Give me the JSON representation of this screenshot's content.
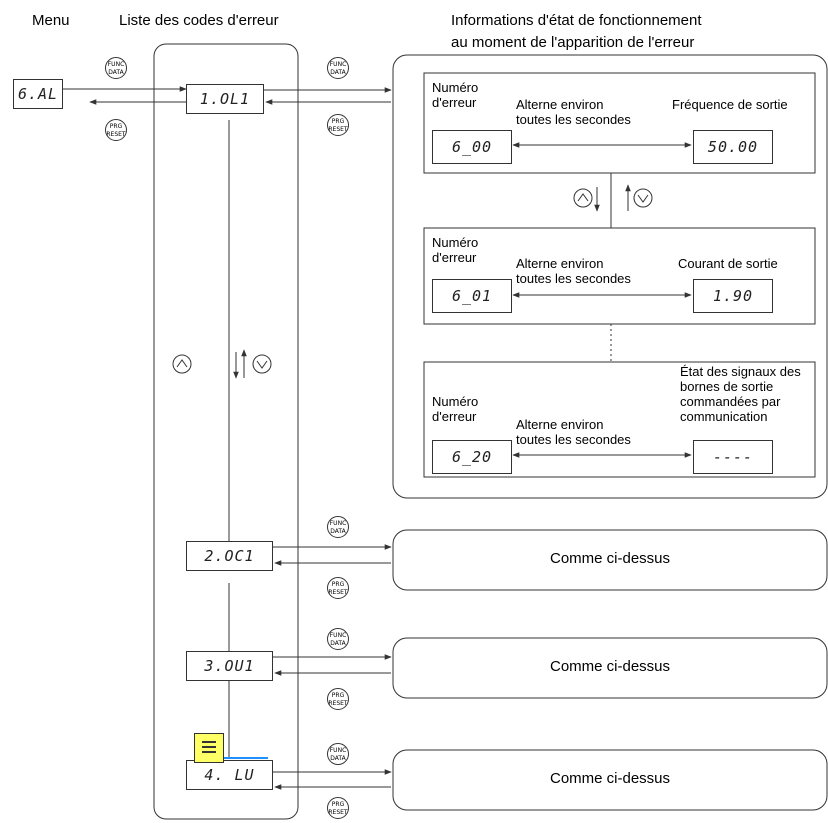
{
  "headers": {
    "menu": "Menu",
    "error_list": "Liste des codes d'erreur",
    "info_line1": "Informations d'état de fonctionnement",
    "info_line2": "au moment de l'apparition de l'erreur"
  },
  "menu_display": "6.AL",
  "error_codes": [
    "1.OL1",
    "2.OC1",
    "3.OU1",
    "4. LU"
  ],
  "keys": {
    "func_top": "FUNC",
    "func_bottom": "DATA",
    "prg_top": "PRG",
    "prg_bottom": "RESET"
  },
  "panels": [
    {
      "error_no_line1": "Numéro",
      "error_no_line2": "d'erreur",
      "alternate_line1": "Alterne environ",
      "alternate_line2": "toutes les secondes",
      "value_label": "Fréquence de sortie",
      "code": "6_00",
      "value": "50.00"
    },
    {
      "error_no_line1": "Numéro",
      "error_no_line2": "d'erreur",
      "alternate_line1": "Alterne environ",
      "alternate_line2": "toutes les secondes",
      "value_label": "Courant de sortie",
      "code": "6_01",
      "value": "1.90"
    },
    {
      "error_no_line1": "Numéro",
      "error_no_line2": "d'erreur",
      "alternate_line1": "Alterne environ",
      "alternate_line2": "toutes les secondes",
      "value_label_lines": [
        "État des signaux des",
        "bornes de sortie",
        "commandées par",
        "communication"
      ],
      "code": "6_20",
      "value": "----"
    }
  ],
  "same_as_above": "Comme ci-dessus",
  "colors": {
    "stroke": "#333333",
    "note_yellow": "#ffff66",
    "note_line": "#1e90ff"
  },
  "icons": [
    "up-key-icon",
    "down-key-icon",
    "down-arrow-icon",
    "up-arrow-icon",
    "note-icon"
  ]
}
